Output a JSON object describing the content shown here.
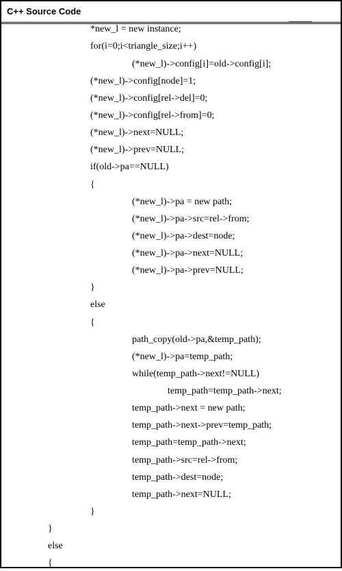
{
  "header": {
    "title": "C++ Source Code"
  },
  "lines": [
    "*new_l = new instance;",
    "for(i=0;i<triangle_size;i++)",
    "(*new_l)->config[i]=old->config[i];",
    "(*new_l)->config[node]=1;",
    "(*new_l)->config[rel->del]=0;",
    "(*new_l)->config[rel->from]=0;",
    "(*new_l)->next=NULL;",
    "(*new_l)->prev=NULL;",
    "if(old->pa==NULL)",
    "{",
    "(*new_l)->pa = new path;",
    "(*new_l)->pa->src=rel->from;",
    "(*new_l)->pa->dest=node;",
    "(*new_l)->pa->next=NULL;",
    "(*new_l)->pa->prev=NULL;",
    "}",
    "else",
    "{",
    "path_copy(old->pa,&temp_path);",
    "(*new_l)->pa=temp_path;",
    "while(temp_path->next!=NULL)",
    "temp_path=temp_path->next;",
    "temp_path->next = new path;",
    "temp_path->next->prev=temp_path;",
    "temp_path=temp_path->next;",
    "temp_path->src=rel->from;",
    "temp_path->dest=node;",
    "temp_path->next=NULL;",
    "}",
    "}",
    "else",
    "{"
  ]
}
